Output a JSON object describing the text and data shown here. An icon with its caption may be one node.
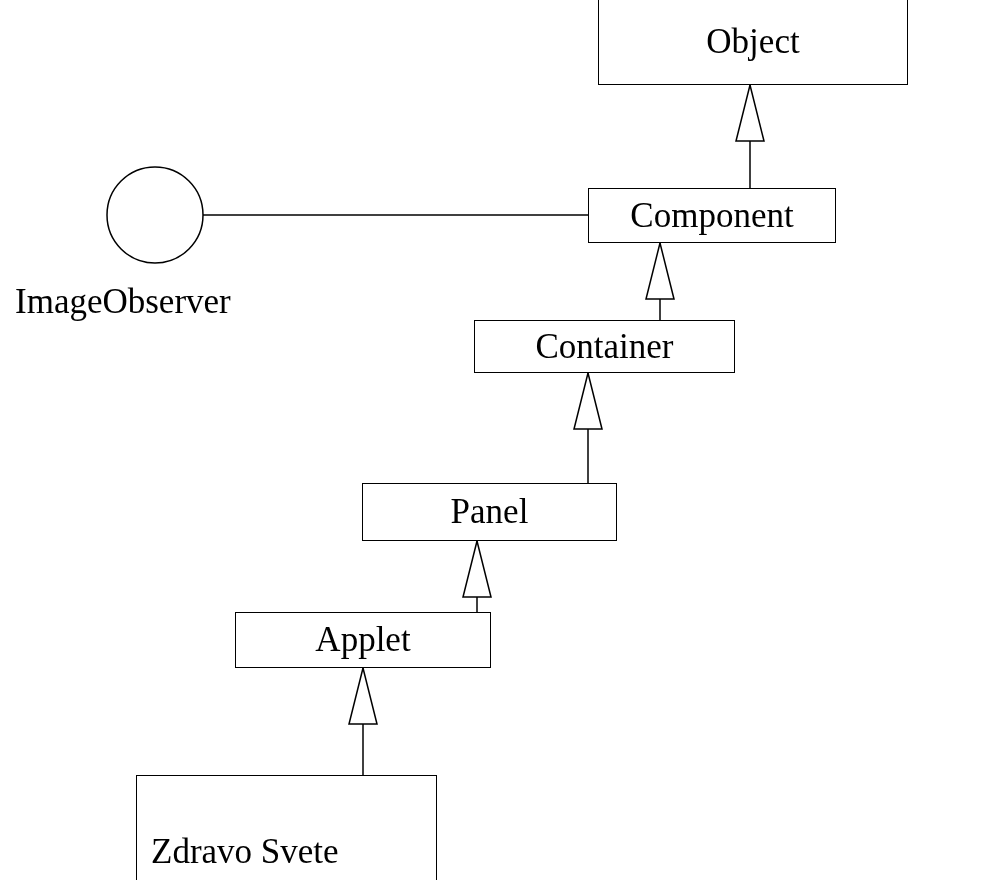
{
  "diagram": {
    "nodes": [
      {
        "text": [
          "Object"
        ]
      },
      {
        "text": [],
        "shape": "circle",
        "beside": [
          "ImageObserver"
        ]
      },
      {
        "text": [
          "Component"
        ]
      },
      {
        "text": [
          "Container"
        ]
      },
      {
        "text": [
          "Panel"
        ]
      },
      {
        "text": [
          "Applet"
        ]
      },
      {
        "text": [
          "Zdravo Svete"
        ]
      }
    ],
    "edges": [
      {
        "from": 2,
        "to": 0,
        "arrow": "to"
      },
      {
        "from": 1,
        "to": 2,
        "arrow": "none"
      },
      {
        "from": 3,
        "to": 2,
        "arrow": "to"
      },
      {
        "from": 4,
        "to": 3,
        "arrow": "to"
      },
      {
        "from": 5,
        "to": 4,
        "arrow": "to"
      },
      {
        "from": 6,
        "to": 5,
        "arrow": "to"
      }
    ]
  }
}
